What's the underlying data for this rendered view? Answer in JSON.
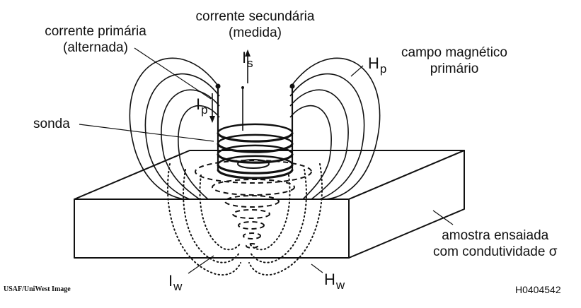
{
  "labels": {
    "secondary_current": [
      "corrente secundária",
      "(medida)"
    ],
    "primary_current": [
      "corrente primária",
      "(alternada)"
    ],
    "primary_field": [
      "campo magnético",
      "primário"
    ],
    "probe": "sonda",
    "sample": [
      "amostra ensaiada",
      "com condutividade σ"
    ]
  },
  "symbols": {
    "Is": {
      "base": "I",
      "sub": "s"
    },
    "Ip": {
      "base": "I",
      "sub": "p"
    },
    "Hp": {
      "base": "H",
      "sub": "p"
    },
    "Iw": {
      "base": "I",
      "sub": "w"
    },
    "Hw": {
      "base": "H",
      "sub": "w"
    }
  },
  "credit": "USAF/UniWest Image",
  "figure_code": "H0404542",
  "colors": {
    "line": "#111111",
    "background": "#ffffff"
  }
}
